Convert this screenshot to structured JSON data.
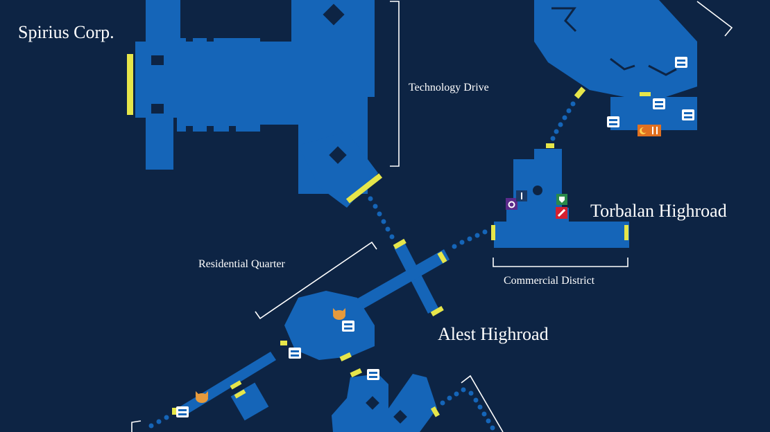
{
  "colors": {
    "background": "#0d2444",
    "room_fill": "#1565b8",
    "door_highlight": "#e6e64a",
    "label_text": "#ffffff"
  },
  "labels": {
    "spirius_corp": "Spirius Corp.",
    "technology_drive": "Technology Drive",
    "torbalan_highroad": "Torbalan Highroad",
    "commercial_district": "Commercial District",
    "residential_quarter": "Residential Quarter",
    "alest_highroad": "Alest Highroad"
  },
  "icons": {
    "save_point": "typewriter-icon",
    "companion": "cat-head-icon",
    "shops": [
      "accessory-shop-icon",
      "weapon-shop-icon",
      "armor-shop-icon",
      "item-shop-icon",
      "inn-icon",
      "food-icon"
    ]
  }
}
